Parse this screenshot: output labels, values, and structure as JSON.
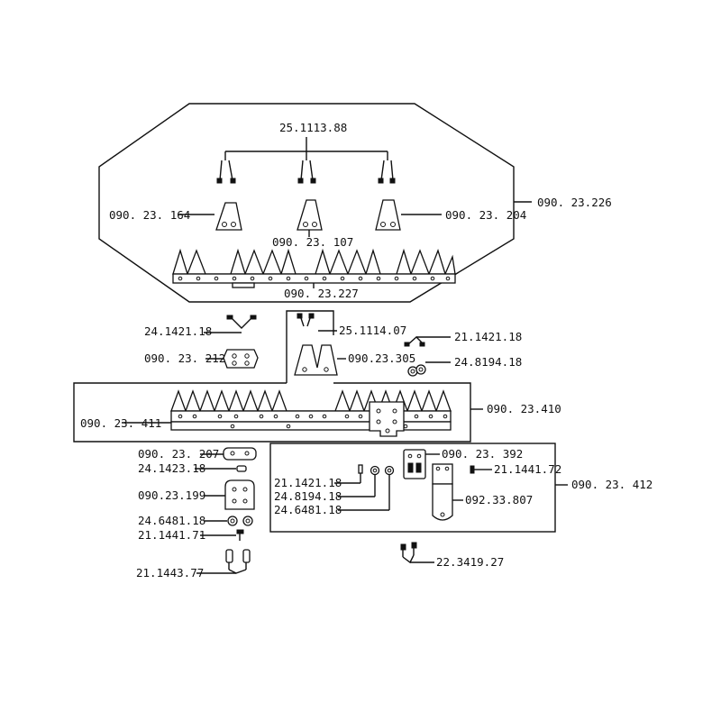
{
  "labels": {
    "bolts_top": "25.1113.88",
    "assembly_main": "090. 23.226",
    "section_left": "090. 23. 164",
    "section_mid": "090. 23. 107",
    "section_right": "090. 23. 204",
    "knife_bar": "090. 23.227",
    "rivet_small": "24.1421.18",
    "bolt_pair": "25.1114.07",
    "rivet_right": "21.1421.18",
    "washer_right": "24.8194.18",
    "clip_plate": "090. 23. 212",
    "section_lower": "090.23.305",
    "assembly_lower": "090. 23.410",
    "knife_bar_lower": "090. 23. 411",
    "plate_207": "090. 23. 207",
    "nut_1423": "24.1423.18",
    "knife_head": "090.23.199",
    "washer_6481": "24.6481.18",
    "bolt_1441": "21.1441.71",
    "bolt_1443": "21.1443.77",
    "kit_rivet": "21.1421.18",
    "kit_washer": "24.8194.18",
    "kit_washer2": "24.6481.18",
    "kit_plate": "090. 23. 392",
    "kit_bolt": "21.1441.72",
    "kit_head": "092.33.807",
    "kit_assembly": "090. 23. 412",
    "screws_bottom": "22.3419.27"
  }
}
